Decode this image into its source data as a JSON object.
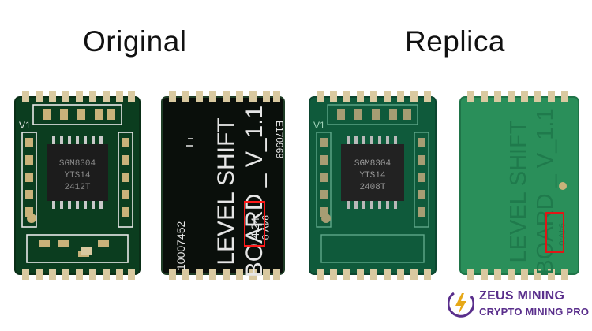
{
  "headings": {
    "original": "Original",
    "replica": "Replica"
  },
  "original_chip": {
    "line1": "SGM8304",
    "line2": "YTS14",
    "line3": "2412T",
    "v_label": "V1"
  },
  "original_back": {
    "title1": "LEVEL SHIFT",
    "title2": "BOARD _ V_1.1",
    "part_no": "10007452",
    "cert": "E170968",
    "date_code": "4.24",
    "small_mark": "94V-0"
  },
  "replica_chip": {
    "line1": "SGM8304",
    "line2": "YTS14",
    "line3": "2408T",
    "v_label": "V1"
  },
  "replica_back": {
    "title1": "LEVEL SHIFT",
    "title2": "BOARD _ V_1.1",
    "small_mark": "94V-0"
  },
  "logo": {
    "line1": "ZEUS MINING",
    "line2": "CRYPTO MINING PRO",
    "color": "#5a2f8c"
  },
  "colors": {
    "pcb_original": "#0b3d1f",
    "pcb_replica": "#0f5a3b",
    "pcb_replica_back": "#2a8f5a",
    "gold": "#c9b27a",
    "highlight": "#ff1a1a"
  }
}
